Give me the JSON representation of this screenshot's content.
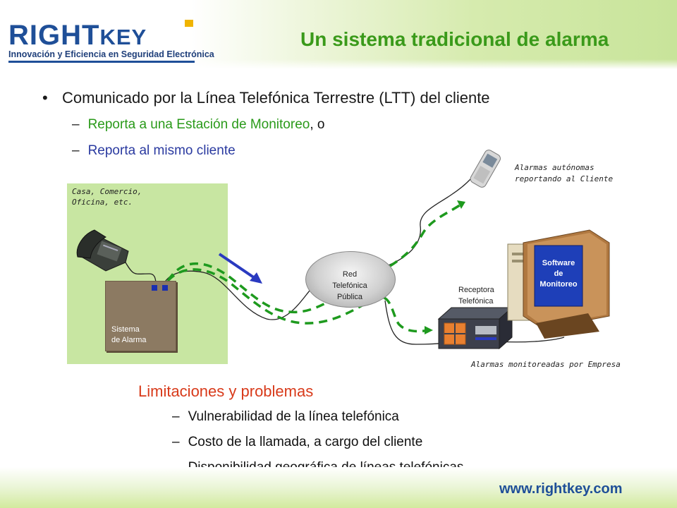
{
  "header": {
    "logo_main": "RIGHT",
    "logo_key": "KEY",
    "logo_tagline": "Innovación y Eficiencia en Seguridad Electrónica",
    "title": "Un sistema tradicional de alarma"
  },
  "bullets": {
    "main_bullet": "•",
    "main": "Comunicado por la Línea Telefónica Terrestre (LTT) del cliente",
    "dash": "–",
    "sub1_colored": "Reporta a una Estación de Monitoreo",
    "sub1_tail": ", o",
    "sub2": "Reporta al mismo cliente"
  },
  "diagram": {
    "house_label_1": "Casa, Comercio,",
    "house_label_2": "Oficina, etc.",
    "alarm_label_1": "Sistema",
    "alarm_label_2": "de Alarma",
    "network_1": "Red",
    "network_2": "Telefónica",
    "network_3": "Pública",
    "receiver_1": "Receptora",
    "receiver_2": "Telefónica",
    "software_1": "Software",
    "software_2": "de",
    "software_3": "Monitoreo",
    "client_label_1": "Alarmas autónomas",
    "client_label_2": "reportando al Cliente",
    "company_label": "Alarmas monitoreadas por Empresa"
  },
  "limitations": {
    "title": "Limitaciones y problemas",
    "dash": "–",
    "items": [
      "Vulnerabilidad de la línea telefónica",
      "Costo de la llamada, a cargo del cliente",
      "Disponibilidad geográfica de líneas telefónicas"
    ]
  },
  "footer": {
    "url": "www.rightkey.com"
  },
  "colors": {
    "title_green": "#3a9a1a",
    "sub_green": "#2a9a1a",
    "sub_blue": "#2a3aa0",
    "limit_red": "#d83a1a",
    "brand_blue": "#1f4f98",
    "house_green": "#c8e6a2",
    "path_green": "#1e9a1e"
  }
}
